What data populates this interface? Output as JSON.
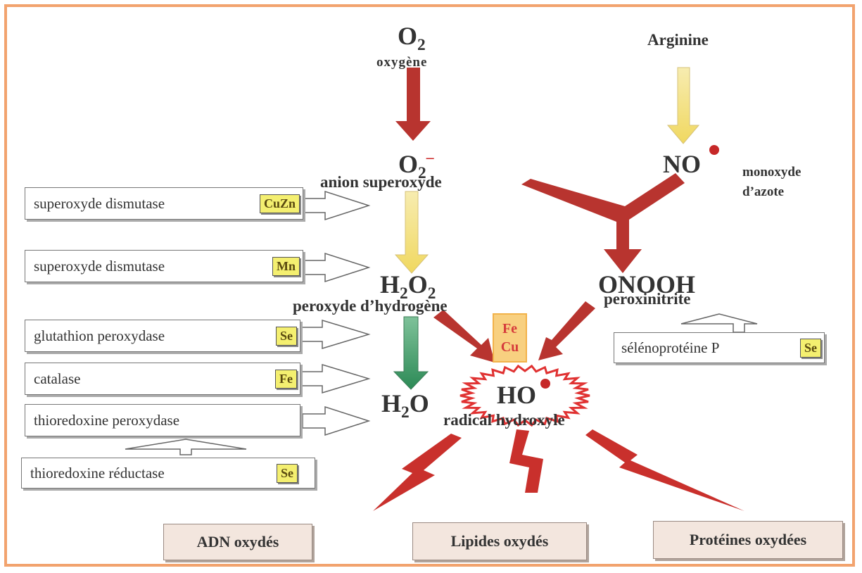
{
  "molecules": {
    "o2": {
      "formula": "O",
      "sub": "2",
      "name": "oxygène"
    },
    "arginine": "Arginine",
    "superoxide": {
      "formula": "O",
      "sub": "2",
      "charge": "–",
      "name": "anion superoxyde"
    },
    "no": {
      "formula": "NO",
      "name1": "monoxyde",
      "name2": "d’azote"
    },
    "h2o2": {
      "h": "H",
      "sub1": "2",
      "o": "O",
      "sub2": "2",
      "name": "peroxyde d’hydrogène"
    },
    "onooh": {
      "formula": "ONOOH",
      "name": "peroxinitrite"
    },
    "h2o": {
      "h": "H",
      "sub": "2",
      "o": "O"
    },
    "ho": {
      "formula": "HO",
      "name": "radical hydroxyle"
    }
  },
  "metals": {
    "fe": "Fe",
    "cu": "Cu"
  },
  "enzymes": [
    {
      "label": "superoxyde dismutase",
      "cofactor": "CuZn"
    },
    {
      "label": "superoxyde dismutase",
      "cofactor": "Mn"
    },
    {
      "label": "glutathion peroxydase",
      "cofactor": "Se"
    },
    {
      "label": "catalase",
      "cofactor": "Fe"
    },
    {
      "label": "thioredoxine peroxydase",
      "cofactor": ""
    },
    {
      "label": "thioredoxine réductase",
      "cofactor": "Se"
    }
  ],
  "selenoprotein": {
    "label": "sélénoprotéine P",
    "cofactor": "Se"
  },
  "results": [
    "ADN oxydés",
    "Lipides oxydés",
    "Protéines oxydées"
  ],
  "colors": {
    "frame": "#f2a36e",
    "red_arrow": "#b8342f",
    "yellow_arrow": "#f5e68a",
    "green_arrow": "#3f9a6a",
    "cofactor": "#f4ef70",
    "result_bg": "#f3e6de"
  }
}
